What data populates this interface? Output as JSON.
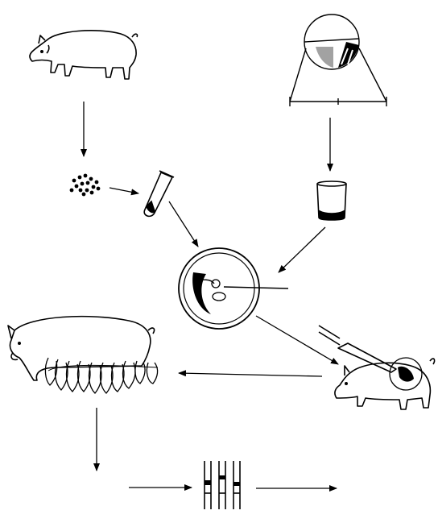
{
  "diagram": {
    "title": "",
    "nodes": [
      {
        "id": "donor-pig",
        "icon": "pig-icon"
      },
      {
        "id": "donor-cells",
        "icon": "cell-cluster-icon"
      },
      {
        "id": "culture-tube",
        "icon": "test-tube-icon"
      },
      {
        "id": "ovary",
        "icon": "ovary-section-icon"
      },
      {
        "id": "oocyte-beaker",
        "icon": "beaker-icon"
      },
      {
        "id": "petri-dish",
        "icon": "petri-dish-icon"
      },
      {
        "id": "recipient-sow",
        "icon": "pig-with-syringe-icon"
      },
      {
        "id": "sow-with-piglets",
        "icon": "sow-nursing-icon"
      },
      {
        "id": "gel-bands",
        "icon": "electrophoresis-gel-icon"
      }
    ],
    "edges": [
      {
        "from": "donor-pig",
        "to": "donor-cells"
      },
      {
        "from": "donor-cells",
        "to": "culture-tube"
      },
      {
        "from": "culture-tube",
        "to": "petri-dish"
      },
      {
        "from": "ovary",
        "to": "oocyte-beaker"
      },
      {
        "from": "oocyte-beaker",
        "to": "petri-dish"
      },
      {
        "from": "petri-dish",
        "to": "recipient-sow"
      },
      {
        "from": "recipient-sow",
        "to": "sow-with-piglets"
      },
      {
        "from": "sow-with-piglets",
        "to": "gel-bands"
      },
      {
        "from": "gel-bands",
        "to": "result"
      }
    ],
    "colors": {
      "ink": "#000000",
      "background": "#ffffff"
    }
  }
}
